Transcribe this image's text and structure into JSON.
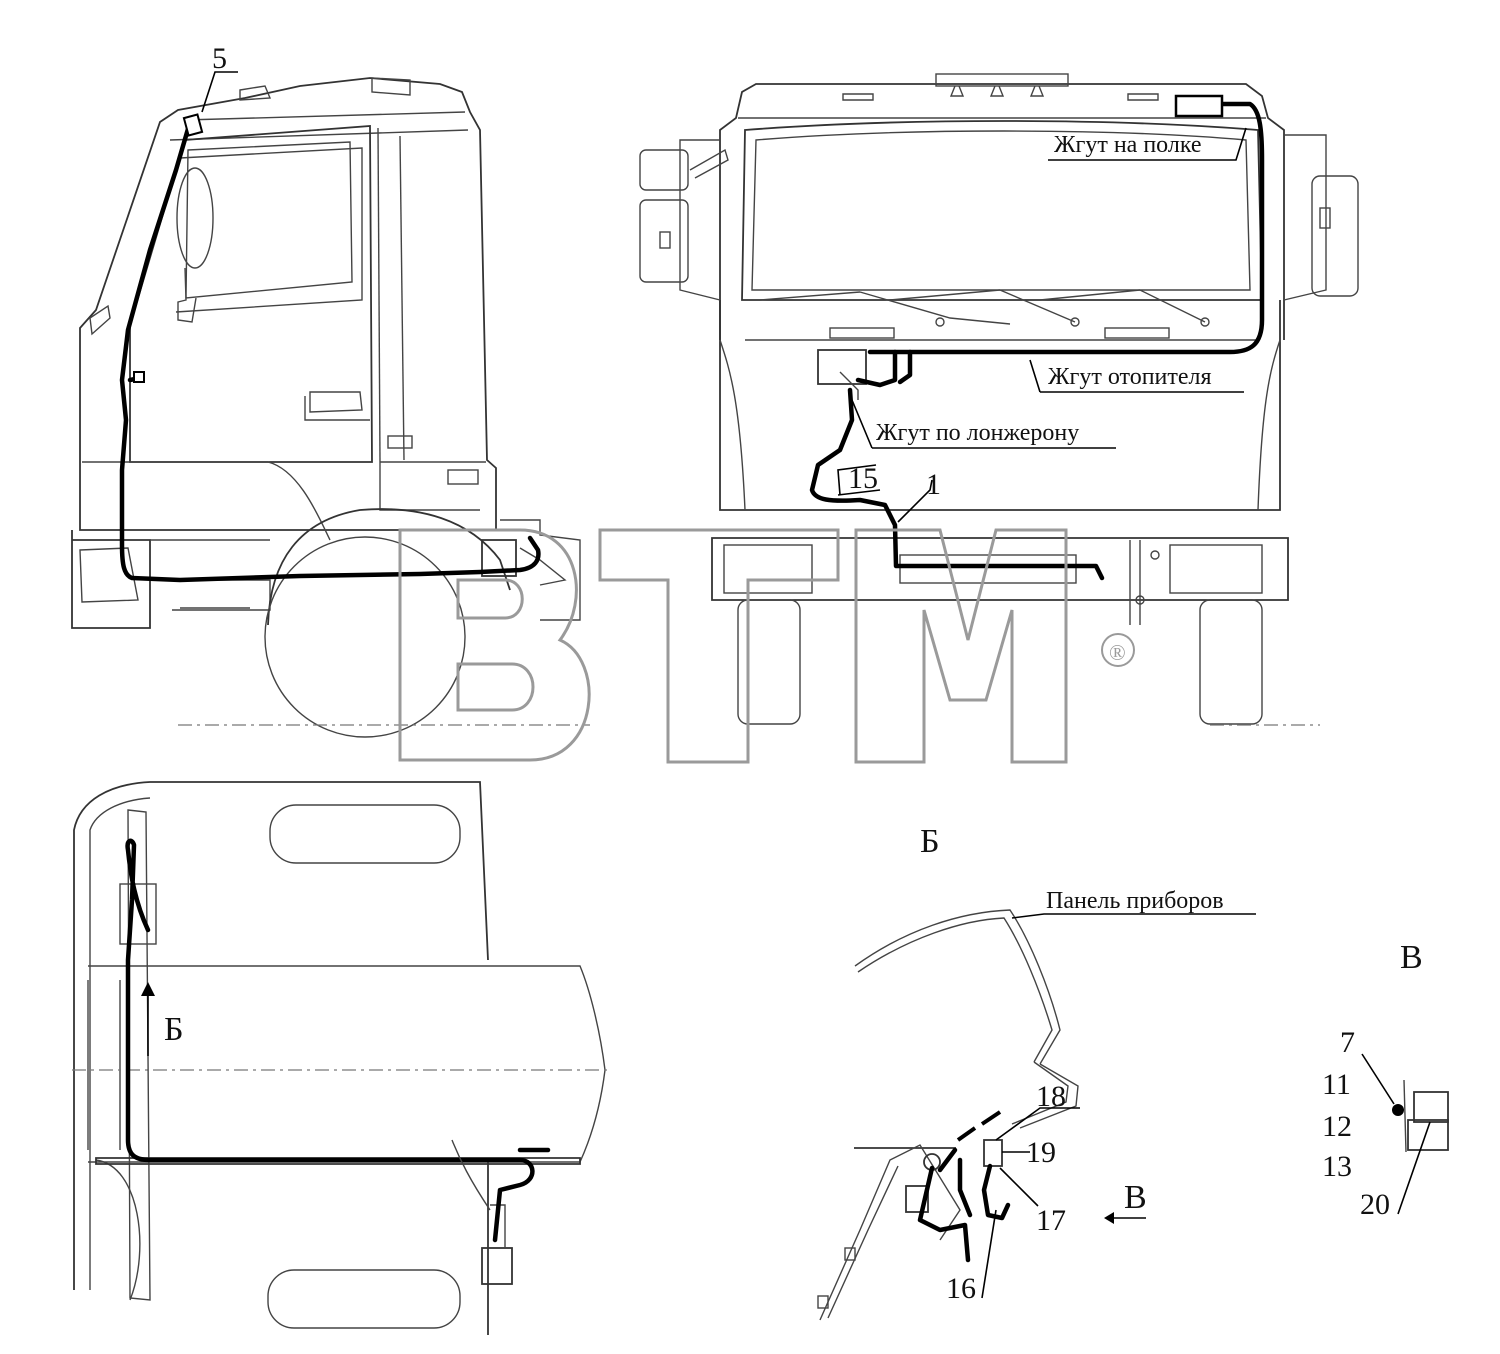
{
  "labels": {
    "harness_shelf": "Жгут на полке",
    "harness_heater": "Жгут отопителя",
    "harness_spar": "Жгут по лонжерону",
    "instrument_panel": "Панель приборов"
  },
  "view_labels": {
    "view_b_title": "Б",
    "view_b_arrow": "Б",
    "view_v_title": "В",
    "view_v_arrow": "В"
  },
  "callouts": {
    "n1": "1",
    "n5": "5",
    "n7": "7",
    "n11": "11",
    "n12": "12",
    "n13": "13",
    "n15": "15",
    "n16": "16",
    "n17": "17",
    "n18": "18",
    "n19": "19",
    "n20": "20"
  },
  "watermark": {
    "text": "BTM",
    "mark": "®"
  },
  "colors": {
    "line": "#333333",
    "cable": "#000000",
    "watermark": "#9a9a9a"
  }
}
